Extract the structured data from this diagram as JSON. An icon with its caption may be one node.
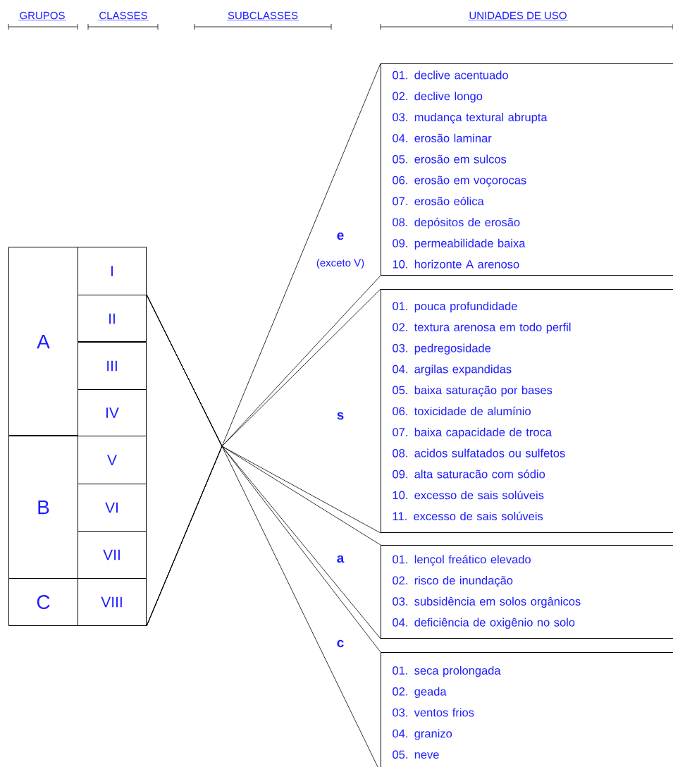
{
  "diagram": {
    "nodes": [
      {
        "text": [
          "A"
        ]
      },
      {
        "text": [
          "B"
        ]
      },
      {
        "text": [
          "C"
        ]
      },
      {
        "text": [
          "I"
        ]
      },
      {
        "text": [
          "II"
        ]
      },
      {
        "text": [
          "III"
        ]
      },
      {
        "text": [
          "IV"
        ]
      },
      {
        "text": [
          "V"
        ]
      },
      {
        "text": [
          "VI"
        ]
      },
      {
        "text": [
          "VII"
        ]
      },
      {
        "text": [
          "VIII"
        ]
      },
      {
        "text": [
          "01. declive acentuado",
          "02. declive longo",
          "03. mudança textural abrupta",
          "04. erosão laminar",
          "05. erosão em sulcos",
          "06. erosão em voçorocas",
          "07. erosão eólica",
          "08. depósitos de erosão",
          "09. permeabilidade baixa",
          "10. horizonte A arenoso"
        ]
      },
      {
        "text": [
          "01. pouca profundidade",
          "02. textura arenosa em todo perfil",
          "03. pedregosidade",
          "04. argilas expandidas",
          "05. baixa saturação por bases",
          "06. toxicidade de alumínio",
          "07. baixa capacidade de troca",
          "08. acidos sulfatados ou sulfetos",
          "09. alta saturacão com sódio",
          "10. excesso de sais solúveis",
          "11. excesso de sais solúveis"
        ]
      },
      {
        "text": [
          "01. lençol freático elevado",
          "02. risco de inundação",
          "03. subsidência em solos orgânicos",
          "04. deficiência de oxigênio no solo"
        ]
      },
      {
        "text": [
          "01. seca prolongada",
          "02. geada",
          "03. ventos frios",
          "04. granizo",
          "05. neve"
        ]
      }
    ],
    "edges": [
      {
        "from": 10,
        "to": 11,
        "arrow": "none"
      },
      {
        "from": 4,
        "to": 11,
        "arrow": "none"
      },
      {
        "from": 10,
        "to": 12,
        "arrow": "none"
      },
      {
        "from": 4,
        "to": 12,
        "arrow": "none"
      },
      {
        "from": 10,
        "to": 13,
        "arrow": "none"
      },
      {
        "from": 4,
        "to": 13,
        "arrow": "none"
      },
      {
        "from": 10,
        "to": 14,
        "arrow": "none"
      },
      {
        "from": 4,
        "to": 14,
        "arrow": "none"
      }
    ],
    "labels": [
      "GRUPOS",
      "CLASSES",
      "SUBCLASSES",
      "UNIDADES DE USO",
      "e",
      "(exceto V)",
      "s",
      "a",
      "c"
    ]
  }
}
